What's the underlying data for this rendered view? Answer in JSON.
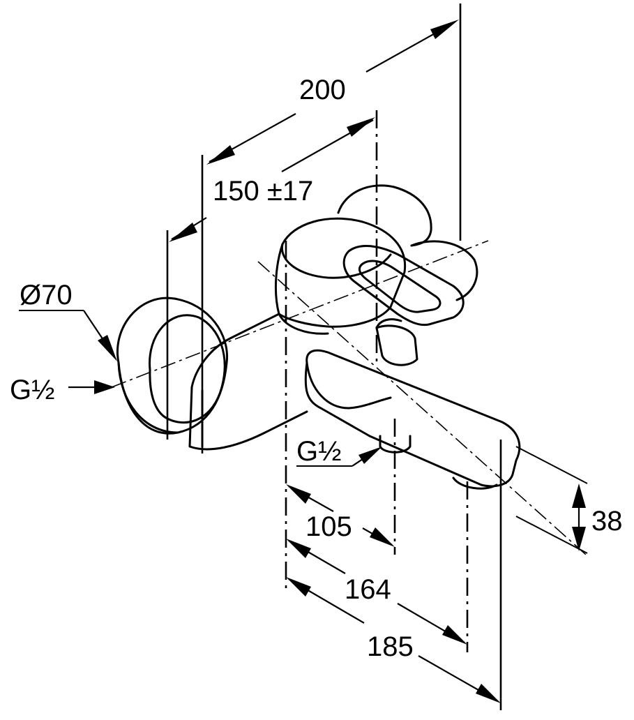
{
  "dimensions": {
    "overall_width": "200",
    "connection_spacing": "150 ±17",
    "rosette_diameter": "Ø70",
    "inlet_thread": "G½",
    "outlet_thread": "G½",
    "outlet_offset_1": "105",
    "outlet_offset_2": "164",
    "spout_projection": "185",
    "spout_height": "38"
  }
}
